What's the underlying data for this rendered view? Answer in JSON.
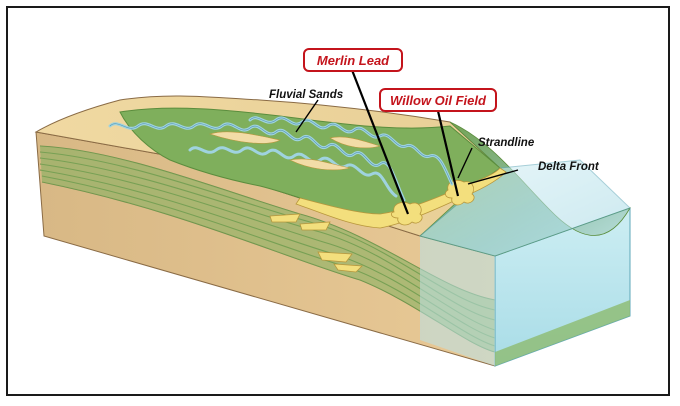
{
  "labels": {
    "merlin_lead": "Merlin Lead",
    "willow_oil_field": "Willow Oil Field",
    "fluvial_sands": "Fluvial Sands",
    "strandline": "Strandline",
    "delta_front": "Delta Front"
  },
  "colors": {
    "land_green": "#7faf5c",
    "sand": "#f2dca7",
    "sand_side": "#e5c792",
    "fluvial_yellow": "#f3df7d",
    "water": "#bfe6ee",
    "water_edge": "#6fb7c8",
    "callout_red": "#c4141c",
    "callout_border": "#c4141c",
    "river_blue": "#9fd3df"
  },
  "icons": {
    "callout_shape": "rounded-rectangle",
    "leader_line": "line"
  }
}
